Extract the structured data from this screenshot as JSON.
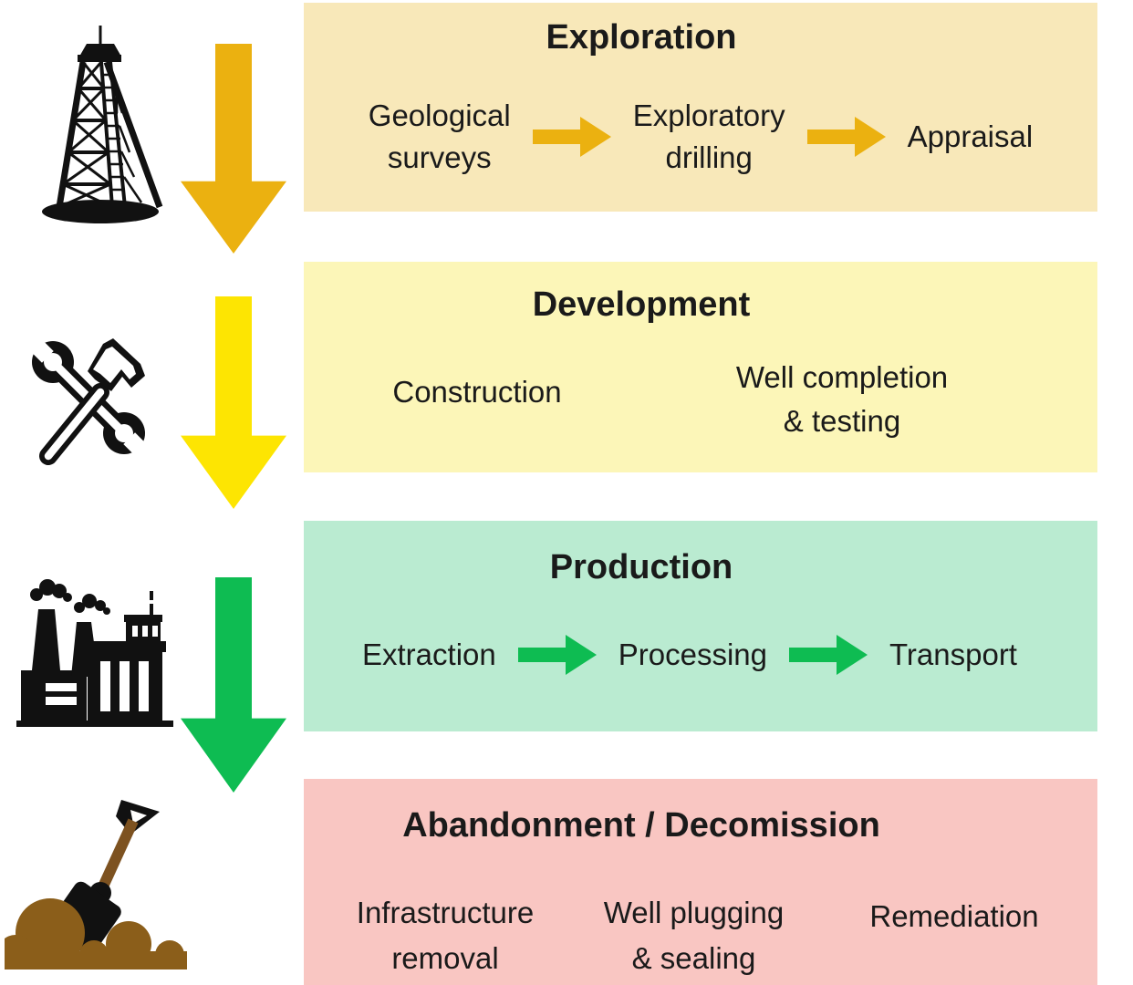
{
  "colors": {
    "exploration_bg": "#F8E8B9",
    "development_bg": "#FCF6B8",
    "production_bg": "#BAEBD1",
    "abandonment_bg": "#F9C6C2",
    "gold_arrow": "#EBB110",
    "yellow_arrow": "#FDE502",
    "green_arrow": "#0EBC52",
    "text": "#1A1A1A",
    "icon_black": "#111111",
    "dirt_brown": "#8B5E1A",
    "handle_brown": "#7D5220"
  },
  "left_column": {
    "icons": [
      {
        "name": "oil-derrick-icon"
      },
      {
        "name": "tools-icon"
      },
      {
        "name": "factory-icon"
      },
      {
        "name": "shovel-in-dirt-icon"
      }
    ],
    "down_arrows": [
      {
        "name": "down-arrow-icon",
        "color": "#EBB110"
      },
      {
        "name": "down-arrow-icon",
        "color": "#FDE502"
      },
      {
        "name": "down-arrow-icon",
        "color": "#0EBC52"
      }
    ]
  },
  "stages": [
    {
      "title": "Exploration",
      "items": [
        {
          "lines": [
            "Geological",
            "surveys"
          ]
        },
        {
          "lines": [
            "Exploratory",
            "drilling"
          ]
        },
        {
          "lines": [
            "Appraisal"
          ]
        }
      ],
      "flow_arrow_color": "#EBB110"
    },
    {
      "title": "Development",
      "items": [
        {
          "lines": [
            "Construction"
          ]
        },
        {
          "lines": [
            "Well completion",
            "& testing"
          ]
        }
      ]
    },
    {
      "title": "Production",
      "items": [
        {
          "lines": [
            "Extraction"
          ]
        },
        {
          "lines": [
            "Processing"
          ]
        },
        {
          "lines": [
            "Transport"
          ]
        }
      ],
      "flow_arrow_color": "#0EBC52"
    },
    {
      "title": "Abandonment / Decomission",
      "items": [
        {
          "lines": [
            "Infrastructure",
            "removal"
          ]
        },
        {
          "lines": [
            "Well plugging",
            "& sealing"
          ]
        },
        {
          "lines": [
            "Remediation"
          ]
        }
      ]
    }
  ]
}
